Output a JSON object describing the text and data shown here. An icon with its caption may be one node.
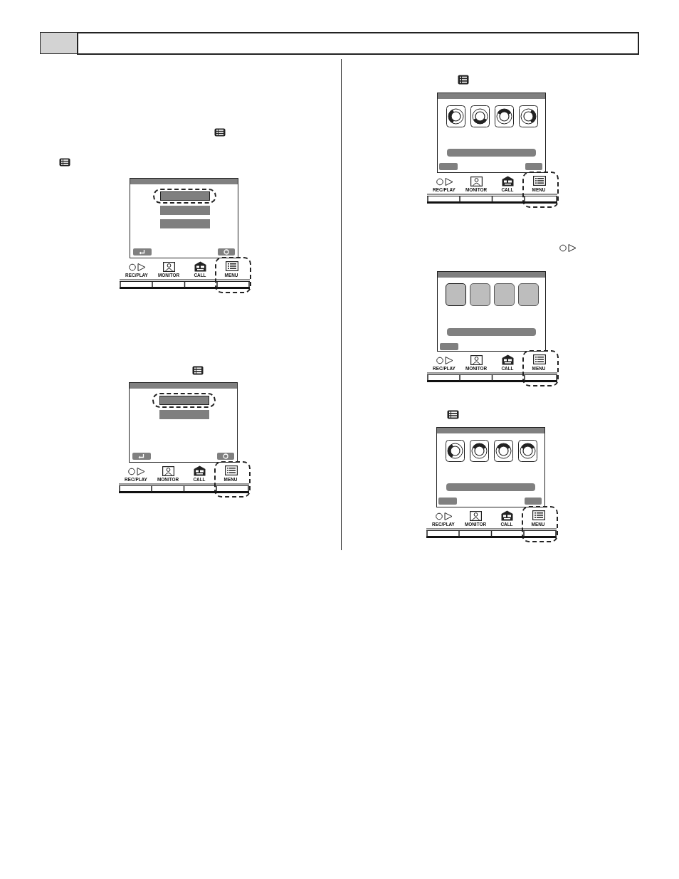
{
  "diagram": {
    "labels": [
      "REC/PLAY",
      "MONITOR",
      "CALL",
      "MENU",
      "REC/PLAY",
      "MONITOR",
      "CALL",
      "MENU",
      "REC/PLAY",
      "MONITOR",
      "CALL",
      "MENU",
      "REC/PLAY",
      "MONITOR",
      "CALL",
      "MENU",
      "REC/PLAY",
      "MONITOR",
      "CALL",
      "MENU"
    ]
  }
}
